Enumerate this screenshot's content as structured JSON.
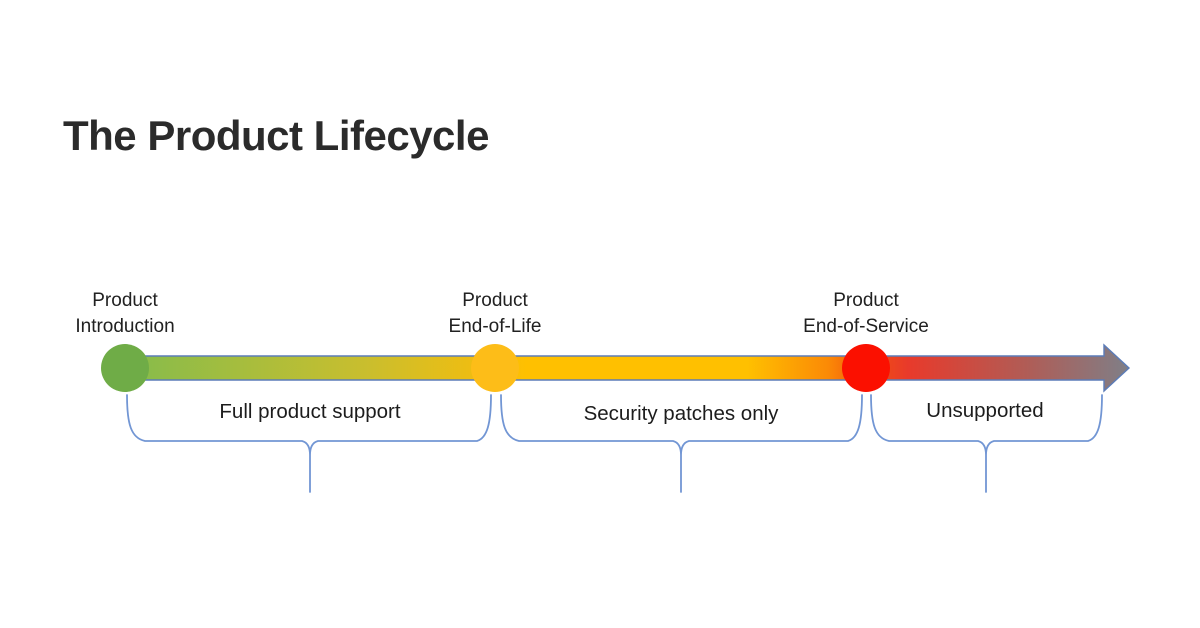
{
  "title": "The Product Lifecycle",
  "milestones": [
    {
      "line1": "Product",
      "line2": "Introduction",
      "color": "#6FAC47"
    },
    {
      "line1": "Product",
      "line2": "End-of-Life",
      "color": "#FDBD18"
    },
    {
      "line1": "Product",
      "line2": "End-of-Service",
      "color": "#FB1000"
    }
  ],
  "phases": [
    {
      "label": "Full product support"
    },
    {
      "label": "Security patches only"
    },
    {
      "label": "Unsupported"
    }
  ],
  "colors": {
    "title_text": "#2B2B2B",
    "label_text": "#212121",
    "marker_outline": "#3E62A8",
    "arrow_outline": "#5B7CB8",
    "brace": "#7296D4",
    "gradient_stops": [
      "#85BC4C",
      "#C9BE2E",
      "#F6BD0C",
      "#FFC000",
      "#FFC000",
      "#FB8A06",
      "#F2500F",
      "#E83A2B",
      "#AF5D57",
      "#7F7F87"
    ]
  }
}
